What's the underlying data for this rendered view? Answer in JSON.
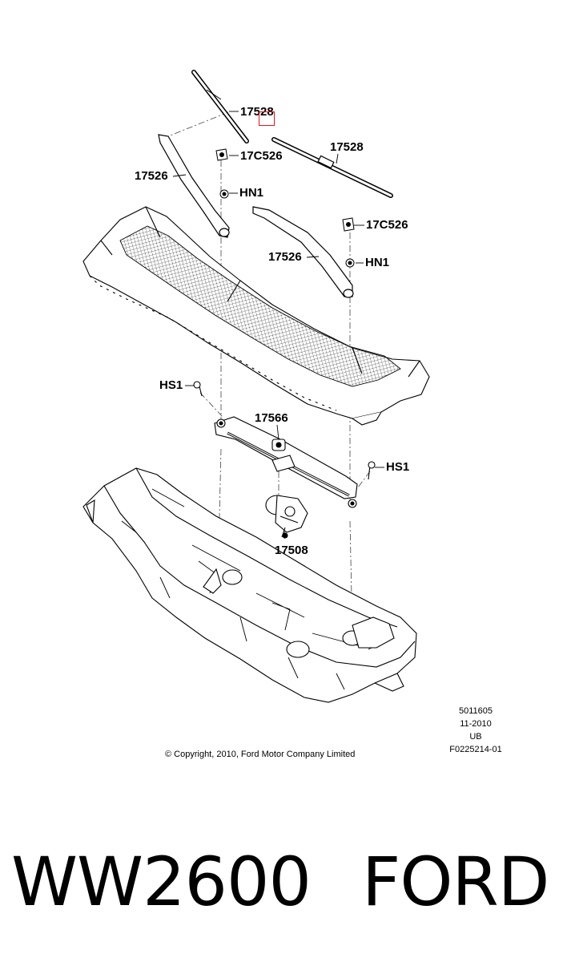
{
  "callouts": {
    "blade_left": "17528",
    "blade_right": "17528",
    "arm_left": "17526",
    "arm_right": "17526",
    "cap_left": "17C526",
    "cap_right": "17C526",
    "nut_left": "HN1",
    "nut_right": "HN1",
    "bolt_left": "HS1",
    "bolt_right": "HS1",
    "linkage": "17566",
    "motor": "17508"
  },
  "meta": {
    "code": "5011605",
    "date": "11-2010",
    "region": "UB",
    "figure_id": "F0225214-01"
  },
  "copyright": "© Copyright, 2010, Ford Motor Company Limited",
  "footer": {
    "part_number": "WW2600",
    "brand": "FORD"
  },
  "colors": {
    "highlight": "#e0141e",
    "ink": "#000000"
  }
}
